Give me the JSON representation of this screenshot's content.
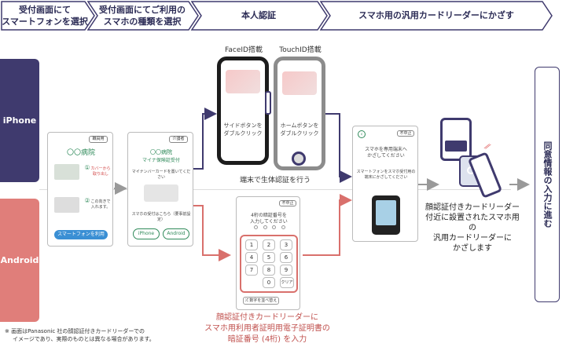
{
  "steps": [
    {
      "line1": "受付画面にて",
      "line2": "スマートフォンを選択"
    },
    {
      "line1": "受付画面にてご利用の",
      "line2": "スマホの種類を選択"
    },
    {
      "line1": "本人認証",
      "line2": ""
    },
    {
      "line1": "スマホ用の汎用カードリーダーにかざす",
      "line2": ""
    }
  ],
  "sides": {
    "iphone": "iPhone",
    "android": "Android"
  },
  "screen1": {
    "tag": "職員用",
    "hospital": "〇〇病院",
    "step1_num": "①",
    "step1_text": "カバーから取り出し",
    "step2_num": "②",
    "step2_text": "この向きで入れます。",
    "button": "スマートフォンを利用"
  },
  "screen2": {
    "tag": "介護者",
    "hospital": "〇〇病院",
    "subtitle": "マイナ保険証受付",
    "instr": "マイナンバーカードを置いてください",
    "note": "スマホの受付はこちら（要事前設定）",
    "btn_iphone": "iPhone",
    "btn_android": "Android"
  },
  "faceid": {
    "label": "FaceID搭載",
    "text1": "サイドボタンを",
    "text2": "ダブルクリック"
  },
  "touchid": {
    "label": "TouchID搭載",
    "text1": "ホームボタンを",
    "text2": "ダブルクリック"
  },
  "bio_caption": "端末で生体認証を行う",
  "pin_screen": {
    "cancel": "不中止",
    "title1": "4桁の暗証番号を",
    "title2": "入力してください",
    "keys": [
      "1",
      "2",
      "3",
      "4",
      "5",
      "6",
      "7",
      "8",
      "9",
      "0",
      "クリア"
    ],
    "shuffle": "数字を並べ替え"
  },
  "pin_caption": [
    "顔認証付きカードリーダーに",
    "スマホ用利用者証明用電子証明書の",
    "暗証番号 (4桁) を入力"
  ],
  "hold_screen": {
    "cancel": "不中止",
    "title1": "スマホを専用端末へ",
    "title2": "かざしてください",
    "instr": "スマートフォンをスマホ受付用の端末にかざしてください"
  },
  "reader_caption": [
    "顔認証付きカードリーダー",
    "付近に設置されたスマホ用の",
    "汎用カードリーダーに",
    "かざします"
  ],
  "final_box": "同意情報の入力に進む",
  "footnote": [
    "※ 画面はPanasonic 社の顔認証付きカードリーダーでの",
    "イメージであり、実際のものとは異なる場合があります。"
  ],
  "colors": {
    "navy": "#3f3a6e",
    "coral": "#e07e7a",
    "green": "#2f8a5a"
  }
}
